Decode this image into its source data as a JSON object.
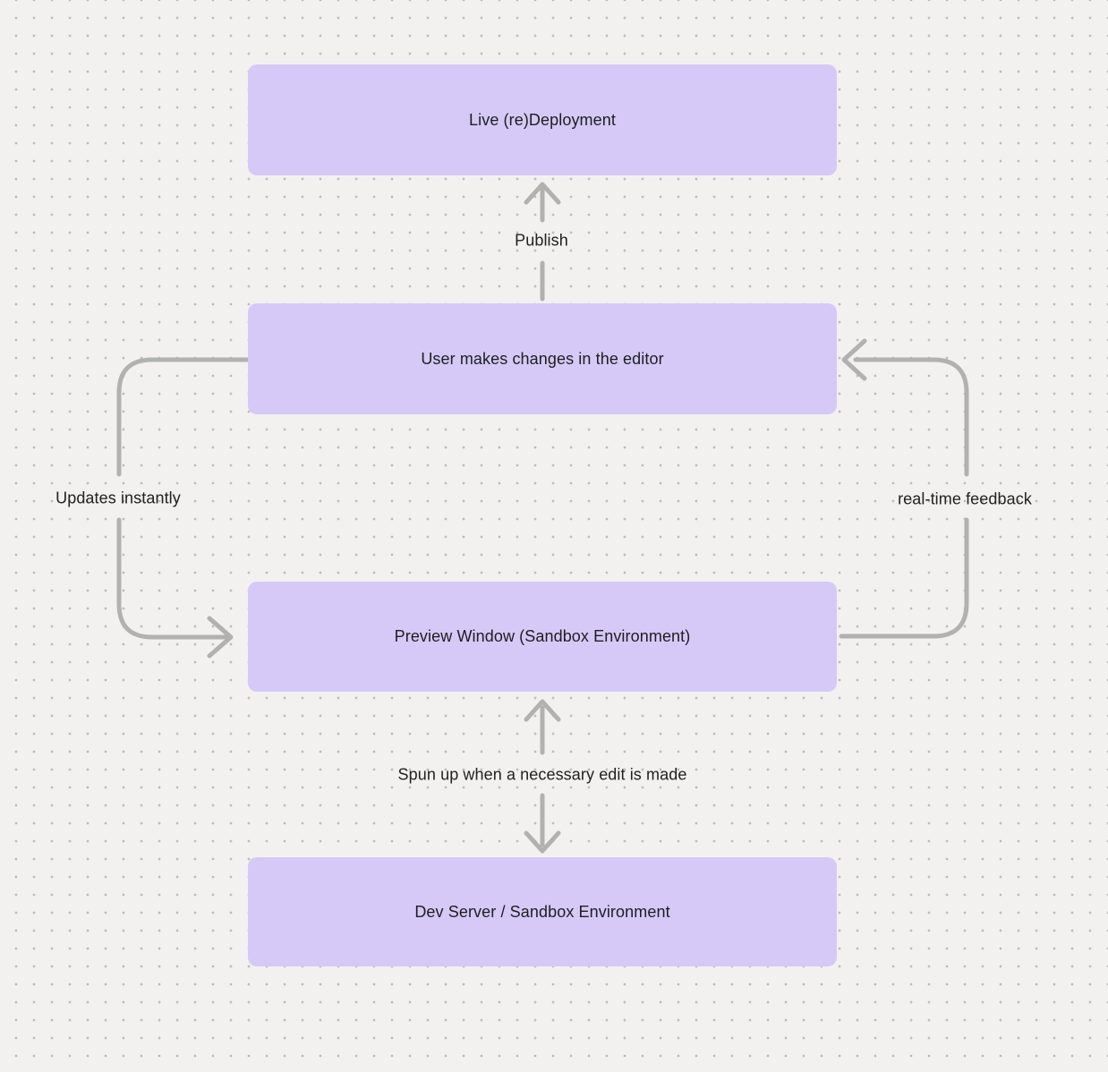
{
  "diagram": {
    "nodes": [
      {
        "id": "live-deployment",
        "label": "Live (re)Deployment"
      },
      {
        "id": "editor",
        "label": "User makes changes in the editor"
      },
      {
        "id": "preview-window",
        "label": "Preview Window (Sandbox Environment)"
      },
      {
        "id": "dev-server",
        "label": "Dev Server / Sandbox Environment"
      }
    ],
    "edges": [
      {
        "from": "editor",
        "to": "live-deployment",
        "label": "Publish",
        "style": "straight-up-arrow"
      },
      {
        "from": "editor",
        "to": "preview-window",
        "label": "Updates instantly",
        "style": "left-loop-arrow"
      },
      {
        "from": "preview-window",
        "to": "editor",
        "label": "real-time feedback",
        "style": "right-loop-arrow"
      },
      {
        "from": "dev-server",
        "to": "preview-window",
        "label": "Spun up when a necessary edit is made",
        "style": "bidirectional-arrow"
      }
    ],
    "colors": {
      "node_fill": "#d6c9f7",
      "arrow": "#b1b1b1",
      "canvas_background": "#f2f1f0",
      "dot_grid": "#bcbcbc",
      "text": "#1e1e1e"
    }
  }
}
